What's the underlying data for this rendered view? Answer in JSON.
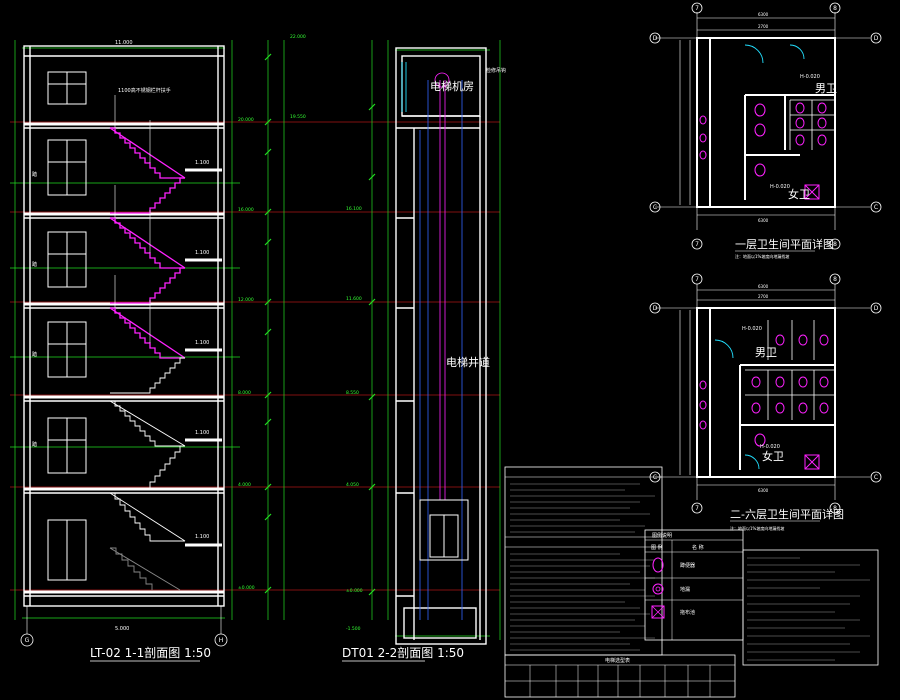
{
  "drawing": {
    "stair_section_title": "LT-02 1-1剖面图 1:50",
    "elevator_section_title": "DT01 2-2剖面图 1:50",
    "elevator_shaft_label": "电梯井道",
    "machine_room_label": "电梯机房",
    "ground_floor_wc_title": "一层卫生间平面详图",
    "upper_floor_wc_title": "二-六层卫生间平面详图",
    "men_label": "男卫",
    "women_label": "女卫"
  },
  "stair_levels": [
    "20.000",
    "16.000",
    "12.000",
    "8.000",
    "4.000",
    "±0.000"
  ],
  "elevator_levels": [
    "22.000",
    "19.550",
    "16.100",
    "11.600",
    "8.550",
    "4.050",
    "±0.000",
    "-1.500"
  ],
  "grid_axes": {
    "stair_left": "G",
    "stair_right": "H",
    "wc_top_left": "7",
    "wc_top_right": "8",
    "wc_row_top": "D",
    "wc_row_bottom": "C"
  },
  "legend": {
    "title": "图例说明",
    "col_symbol": "图 例",
    "col_name": "名 称",
    "items": [
      {
        "name": "蹲便器",
        "icon": "squat-toilet-icon"
      },
      {
        "name": "地漏",
        "icon": "floor-drain-icon"
      },
      {
        "name": "拖布池",
        "icon": "mop-sink-icon"
      }
    ]
  },
  "elevator_table": {
    "title": "电梯选型表"
  },
  "colors": {
    "background": "#000000",
    "wall": "#ffffff",
    "stair": "#ff22ff",
    "dimension": "#22dd22",
    "axis": "#ff2222",
    "text": "#ffffff",
    "glazing": "#22e0ff"
  }
}
